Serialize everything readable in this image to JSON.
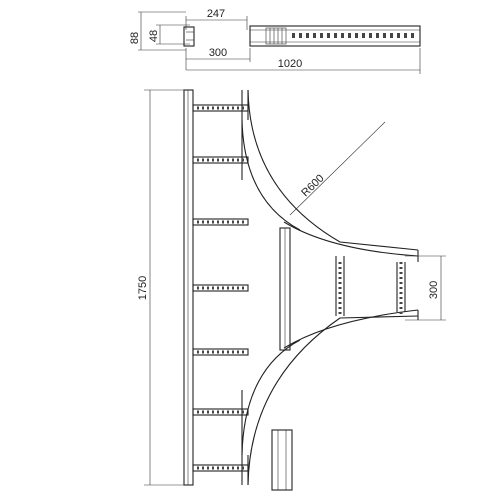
{
  "dimensions": {
    "side_height_outer": "88",
    "side_height_inner": "48",
    "top_offset": "247",
    "branch_width_top": "300",
    "overall_width": "1020",
    "overall_length": "1750",
    "radius": "R600",
    "branch_width_side": "300"
  },
  "colors": {
    "line": "#222222",
    "background": "#ffffff"
  }
}
